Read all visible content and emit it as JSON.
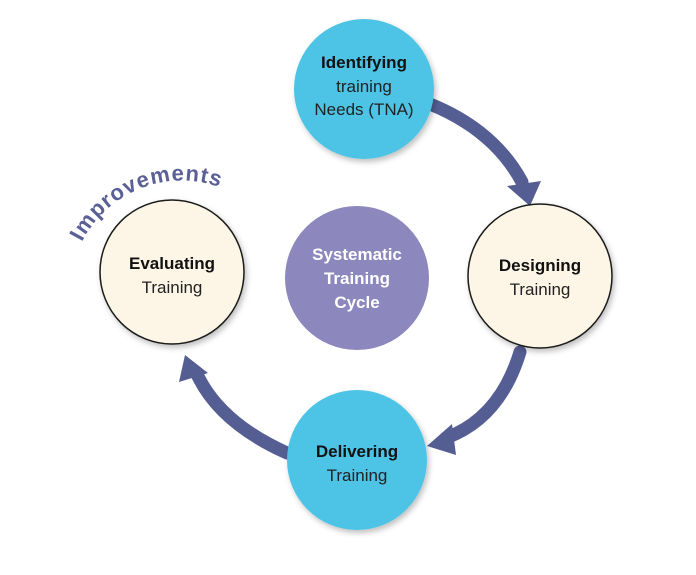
{
  "diagram": {
    "colors": {
      "step_fill_blue": "#4ec3e6",
      "step_fill_cream": "#fdf6e6",
      "center_fill": "#8c87bd",
      "arrow": "#555e93",
      "label": "#5a5f95"
    },
    "arc_label": "Improvements",
    "center": {
      "line1": "Systematic",
      "line2": "Training",
      "line3": "Cycle"
    },
    "nodes": {
      "identifying": {
        "title": "Identifying",
        "line2": "training",
        "line3": "Needs (TNA)"
      },
      "designing": {
        "title": "Designing",
        "sub": "Training"
      },
      "delivering": {
        "title": "Delivering",
        "sub": "Training"
      },
      "evaluating": {
        "title": "Evaluating",
        "sub": "Training"
      }
    }
  }
}
